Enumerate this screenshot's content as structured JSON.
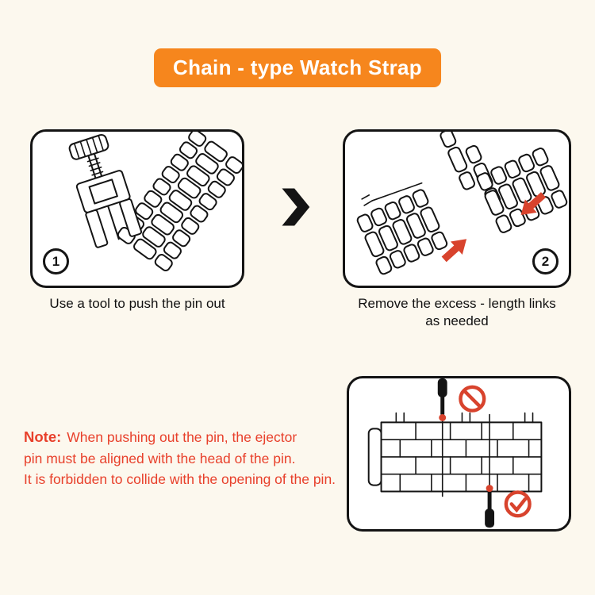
{
  "title": {
    "text": "Chain - type Watch Strap",
    "bg_color": "#F6861D",
    "text_color": "#FFFFFF"
  },
  "steps": [
    {
      "number": "1",
      "caption": "Use a tool to push the pin out"
    },
    {
      "number": "2",
      "caption": "Remove the excess - length links as needed"
    }
  ],
  "note": {
    "label": "Note:",
    "lines": [
      "When pushing out the pin, the ejector",
      "pin must be aligned with the head of the pin.",
      "It is forbidden to collide with the opening of the pin."
    ],
    "color": "#E8402B"
  },
  "icons": {
    "arrow": "next-step-chevron-icon",
    "red_arrows": "push-direction-arrow-icon",
    "prohibition": "forbidden-icon",
    "check": "correct-icon"
  },
  "colors": {
    "background": "#FCF8EE",
    "accent_orange": "#F6861D",
    "note_red": "#E8402B",
    "arrow_red": "#D8432D",
    "ink": "#141414"
  }
}
